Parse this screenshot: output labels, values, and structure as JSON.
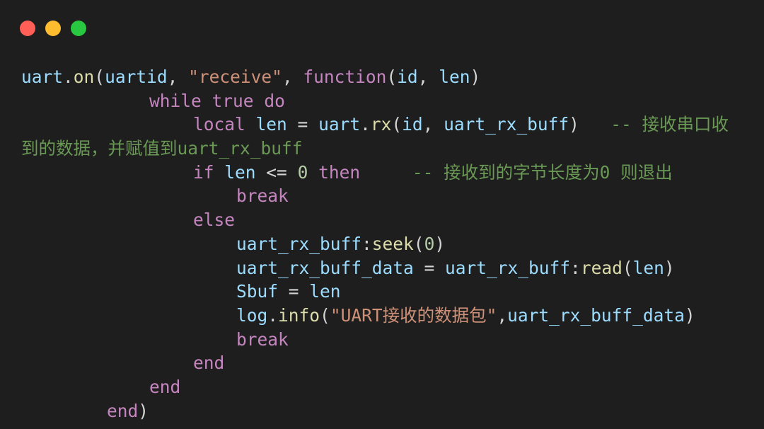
{
  "window": {
    "controls": [
      "close",
      "minimize",
      "maximize"
    ],
    "colors": {
      "background": "#1e1e1e",
      "close": "#ff5f57",
      "minimize": "#febc2e",
      "maximize": "#28c840"
    }
  },
  "code": {
    "language": "lua",
    "lines": [
      {
        "indent": "ln0",
        "tokens": [
          {
            "t": "uart",
            "c": "id"
          },
          {
            "t": ".",
            "c": "pn"
          },
          {
            "t": "on",
            "c": "fn"
          },
          {
            "t": "(",
            "c": "pn"
          },
          {
            "t": "uartid",
            "c": "id"
          },
          {
            "t": ", ",
            "c": "pn"
          },
          {
            "t": "\"receive\"",
            "c": "str"
          },
          {
            "t": ", ",
            "c": "pn"
          },
          {
            "t": "function",
            "c": "kw"
          },
          {
            "t": "(",
            "c": "pn"
          },
          {
            "t": "id",
            "c": "id"
          },
          {
            "t": ", ",
            "c": "pn"
          },
          {
            "t": "len",
            "c": "id"
          },
          {
            "t": ")",
            "c": "pn"
          }
        ]
      },
      {
        "indent": "ln1",
        "tokens": [
          {
            "t": "while",
            "c": "kw"
          },
          {
            "t": " ",
            "c": "pn"
          },
          {
            "t": "true",
            "c": "kw"
          },
          {
            "t": " ",
            "c": "pn"
          },
          {
            "t": "do",
            "c": "kw"
          }
        ]
      },
      {
        "indent": "ln2",
        "tokens": [
          {
            "t": "local",
            "c": "kw"
          },
          {
            "t": " ",
            "c": "pn"
          },
          {
            "t": "len",
            "c": "id"
          },
          {
            "t": " = ",
            "c": "pn"
          },
          {
            "t": "uart",
            "c": "id"
          },
          {
            "t": ".",
            "c": "pn"
          },
          {
            "t": "rx",
            "c": "fn"
          },
          {
            "t": "(",
            "c": "pn"
          },
          {
            "t": "id",
            "c": "id"
          },
          {
            "t": ", ",
            "c": "pn"
          },
          {
            "t": "uart_rx_buff",
            "c": "id"
          },
          {
            "t": ")",
            "c": "pn"
          },
          {
            "t": "   -- 接收串口收",
            "c": "cm"
          }
        ]
      },
      {
        "indent": "ln0",
        "tokens": [
          {
            "t": "到的数据，并赋值到uart_rx_buff",
            "c": "cm"
          }
        ]
      },
      {
        "indent": "ln2",
        "tokens": [
          {
            "t": "if",
            "c": "kw"
          },
          {
            "t": " ",
            "c": "pn"
          },
          {
            "t": "len",
            "c": "id"
          },
          {
            "t": " <= ",
            "c": "pn"
          },
          {
            "t": "0",
            "c": "num"
          },
          {
            "t": " ",
            "c": "pn"
          },
          {
            "t": "then",
            "c": "kw"
          },
          {
            "t": "     -- 接收到的字节长度为0 则退出",
            "c": "cm"
          }
        ]
      },
      {
        "indent": "ln3",
        "tokens": [
          {
            "t": "break",
            "c": "kw"
          }
        ]
      },
      {
        "indent": "ln2",
        "tokens": [
          {
            "t": "else",
            "c": "kw"
          }
        ]
      },
      {
        "indent": "ln3",
        "tokens": [
          {
            "t": "uart_rx_buff",
            "c": "id"
          },
          {
            "t": ":",
            "c": "pn"
          },
          {
            "t": "seek",
            "c": "fn"
          },
          {
            "t": "(",
            "c": "pn"
          },
          {
            "t": "0",
            "c": "num"
          },
          {
            "t": ")",
            "c": "pn"
          }
        ]
      },
      {
        "indent": "ln3",
        "tokens": [
          {
            "t": "uart_rx_buff_data",
            "c": "id"
          },
          {
            "t": " = ",
            "c": "pn"
          },
          {
            "t": "uart_rx_buff",
            "c": "id"
          },
          {
            "t": ":",
            "c": "pn"
          },
          {
            "t": "read",
            "c": "fn"
          },
          {
            "t": "(",
            "c": "pn"
          },
          {
            "t": "len",
            "c": "id"
          },
          {
            "t": ")",
            "c": "pn"
          }
        ]
      },
      {
        "indent": "ln3",
        "tokens": [
          {
            "t": "Sbuf",
            "c": "id"
          },
          {
            "t": " = ",
            "c": "pn"
          },
          {
            "t": "len",
            "c": "id"
          }
        ]
      },
      {
        "indent": "ln3",
        "tokens": [
          {
            "t": "log",
            "c": "id"
          },
          {
            "t": ".",
            "c": "pn"
          },
          {
            "t": "info",
            "c": "fn"
          },
          {
            "t": "(",
            "c": "pn"
          },
          {
            "t": "\"UART接收的数据包\"",
            "c": "str"
          },
          {
            "t": ",",
            "c": "pn"
          },
          {
            "t": "uart_rx_buff_data",
            "c": "id"
          },
          {
            "t": ")",
            "c": "pn"
          }
        ]
      },
      {
        "indent": "ln3",
        "tokens": [
          {
            "t": "break",
            "c": "kw"
          }
        ]
      },
      {
        "indent": "ln2",
        "tokens": [
          {
            "t": "end",
            "c": "kw"
          }
        ]
      },
      {
        "indent": "ln1",
        "tokens": [
          {
            "t": "end",
            "c": "kw"
          }
        ]
      },
      {
        "indent": "ln4",
        "tokens": [
          {
            "t": "end",
            "c": "kw"
          },
          {
            "t": ")",
            "c": "pn"
          }
        ]
      }
    ]
  }
}
